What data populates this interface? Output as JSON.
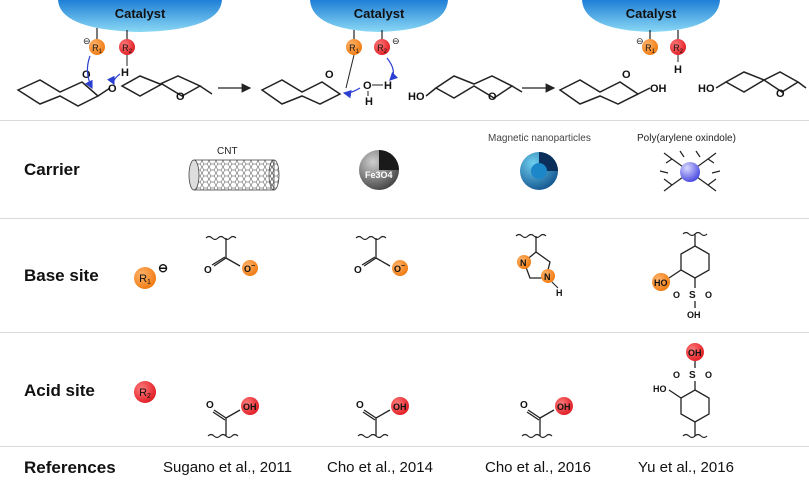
{
  "mechanism": {
    "panels": [
      {
        "catalyst_label": "Catalyst",
        "r1": "R1",
        "r2": "R2",
        "h_label": "H",
        "o_label": "O",
        "ring_o": "O"
      },
      {
        "catalyst_label": "Catalyst",
        "r1": "R1",
        "r2": "R2",
        "oh_o": "O",
        "h_top": "H",
        "h_bottom": "H",
        "ring_o": "O",
        "ho_label": "HO"
      },
      {
        "catalyst_label": "Catalyst",
        "r1": "R1",
        "r2": "R2",
        "h_label": "H",
        "ring_o": "O",
        "oh_label": "OH",
        "ho_label": "HO"
      }
    ]
  },
  "rows": {
    "carrier": "Carrier",
    "base_site": "Base site",
    "acid_site": "Acid site",
    "references": "References"
  },
  "carriers": {
    "cnt": "CNT",
    "fe3o4": "Fe3O4",
    "magnetic": "Magnetic nanoparticles",
    "polymer": "Poly(arylene oxindole)"
  },
  "symbols": {
    "r1": "R1",
    "r2": "R2",
    "minus": "−",
    "neg": "⊖"
  },
  "base_labels": {
    "o": "O",
    "o_minus": "O−",
    "n": "N",
    "h": "H",
    "ho": "HO",
    "s": "S",
    "oh": "OH"
  },
  "acid_labels": {
    "o": "O",
    "oh": "OH",
    "ho": "HO",
    "s": "S"
  },
  "references": [
    "Sugano et al., 2011",
    "Cho et al., 2014",
    "Cho et al., 2016",
    "Yu et al., 2016"
  ],
  "colors": {
    "catalyst_top": "#1f7fd6",
    "catalyst_bottom": "#7fd1f2",
    "r1": "#f58220",
    "r2": "#e8222a",
    "arrow_blue": "#2b3fd0"
  }
}
